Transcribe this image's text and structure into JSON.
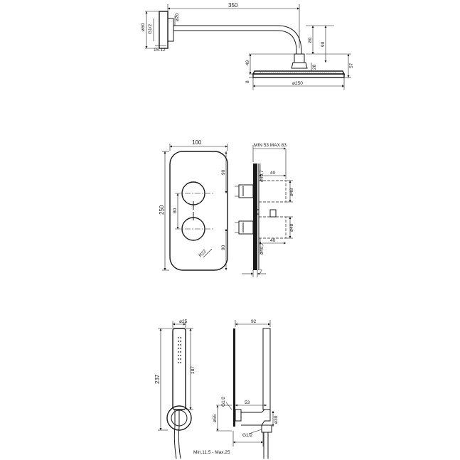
{
  "shower_head": {
    "arm_length": "350",
    "wall_height": "ø60",
    "thread": "G1/2",
    "pipe_dia": "ø20",
    "wall_depth": "15-12",
    "drop_80": "80",
    "drop_90": "90",
    "head_height": "57",
    "joint_28": "28",
    "joint_49": "49",
    "plate_8": "8",
    "head_dia": "ø250"
  },
  "mixer_plate": {
    "width": "100",
    "height": "250",
    "top_offset": "90",
    "knob_spacing": "80",
    "bottom_offset": "90",
    "radius": "R22",
    "depth_range": "MIN 53 MAX 83",
    "knob_dia_top": "ø40,7",
    "knob_depth_top": "40",
    "body_dia_top": "ø48",
    "body_dia_bottom": "ø48",
    "knob_depth_bottom": "40",
    "knob_dia_bottom": "ø40,7",
    "plate_thickness": "7"
  },
  "hand_shower": {
    "handle_dia": "ø25",
    "handle_length": "187",
    "total_height": "237",
    "thread_top": "G1/2",
    "outlet_dia": "ø55",
    "projection": "92",
    "elbow_offset": "53",
    "holder_dia": "ø30",
    "thread_bottom": "G1/2",
    "wall_range": "Min.11,5 - Max.25"
  }
}
